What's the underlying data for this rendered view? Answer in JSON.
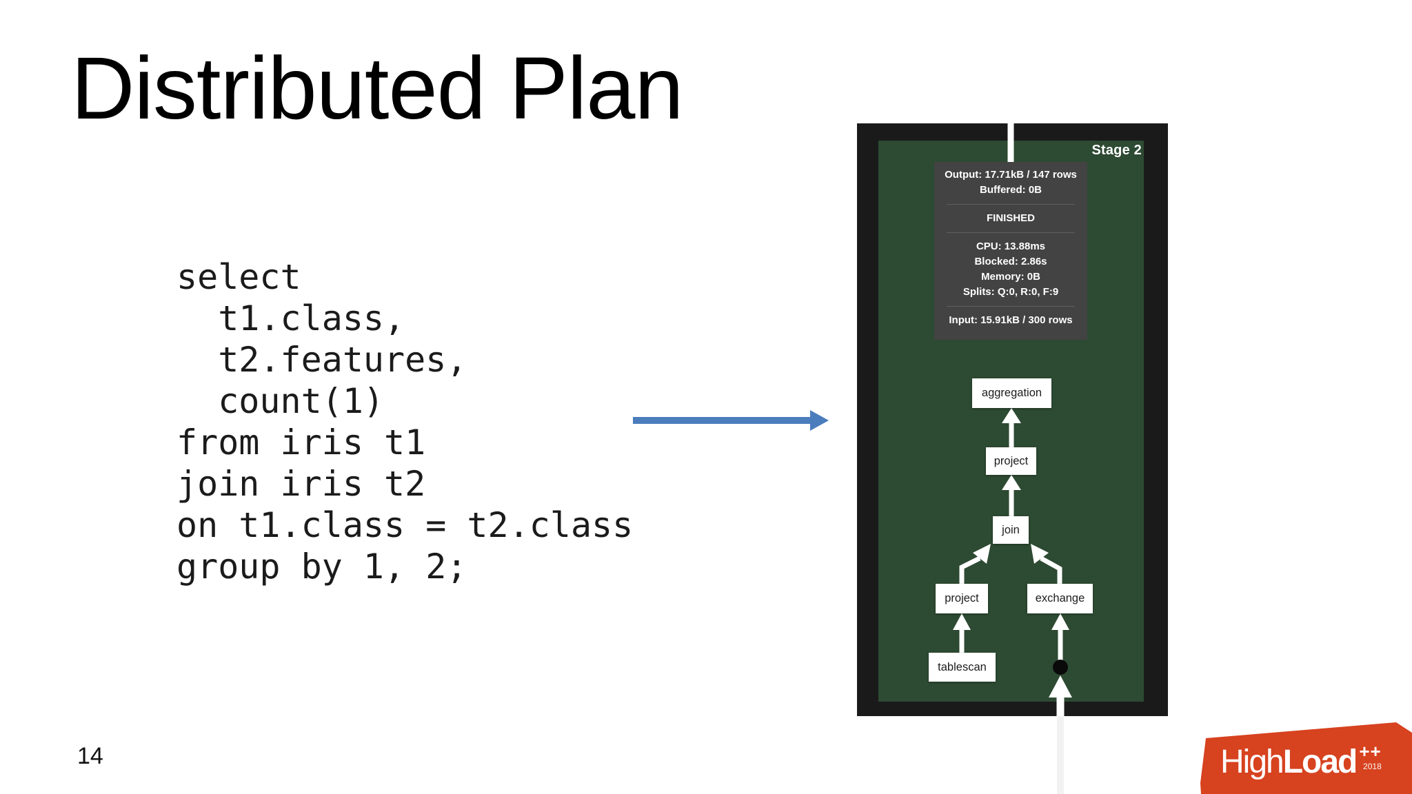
{
  "slide": {
    "title": "Distributed Plan",
    "page_number": "14"
  },
  "code": {
    "lines": [
      "select",
      "  t1.class,",
      "  t2.features,",
      "  count(1)",
      "from iris t1",
      "join iris t2",
      "on t1.class = t2.class",
      "group by 1, 2;"
    ]
  },
  "plan": {
    "stage_label": "Stage 2",
    "stats": {
      "output": "Output: 17.71kB / 147 rows",
      "buffered": "Buffered: 0B",
      "status": "FINISHED",
      "cpu": "CPU: 13.88ms",
      "blocked": "Blocked: 2.86s",
      "memory": "Memory: 0B",
      "splits": "Splits: Q:0, R:0, F:9",
      "input": "Input: 15.91kB / 300 rows"
    },
    "nodes": {
      "aggregation": "aggregation",
      "project_upper": "project",
      "join": "join",
      "project_lower": "project",
      "exchange": "exchange",
      "tablescan": "tablescan"
    }
  },
  "logo": {
    "brand_light": "High",
    "brand_bold": "Load",
    "plus_plus": "++",
    "year": "2018"
  },
  "colors": {
    "accent_arrow_blue": "#4b7dbd",
    "plan_frame_black": "#1a1a1b",
    "plan_background_green": "#2d4a32",
    "stats_box_gray": "#434343",
    "node_white": "#ffffff",
    "tree_arrow_white": "#ffffff",
    "logo_red": "#d7421f"
  }
}
